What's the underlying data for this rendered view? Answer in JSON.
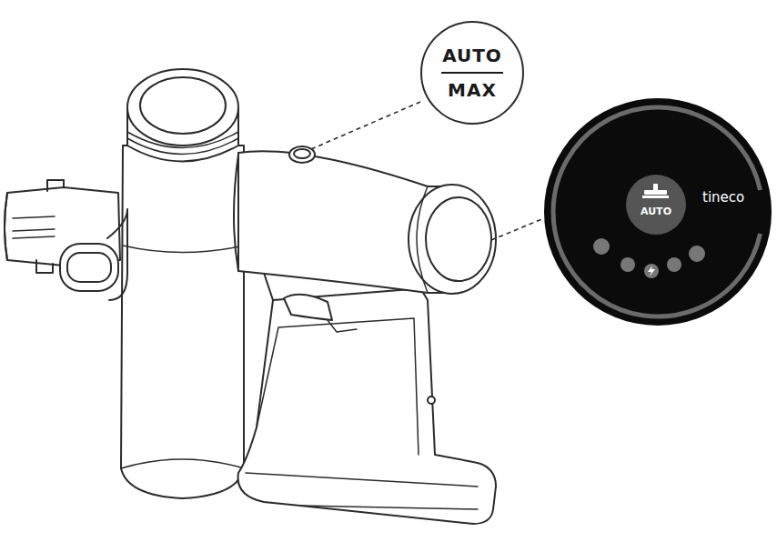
{
  "diagram": {
    "nodes": [
      {
        "text": [
          "AUTO",
          "MAX"
        ]
      },
      {
        "text": [
          "AUTO",
          "tineco"
        ]
      }
    ]
  }
}
